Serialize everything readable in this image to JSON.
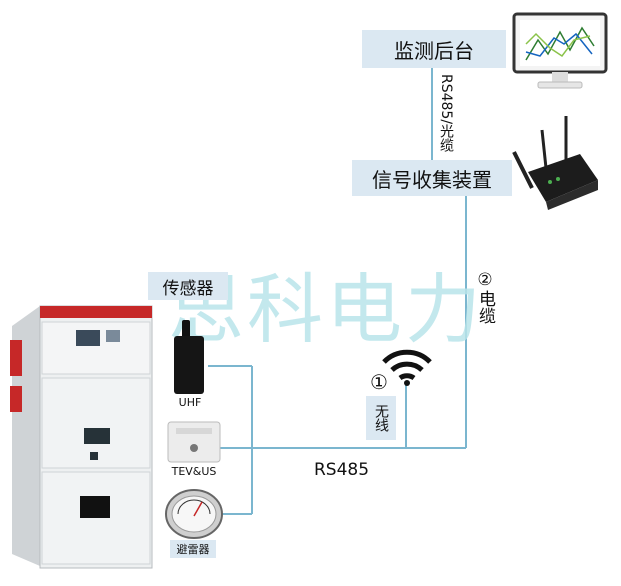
{
  "nodes": {
    "monitor_backend": "监测后台",
    "collector": "信号收集装置",
    "sensor": "传感器",
    "wireless": "无线"
  },
  "links": {
    "rs485_fiber": "RS485/光缆",
    "cable": "②电缆",
    "wireless_num": "①",
    "rs485": "RS485"
  },
  "sensors": {
    "uhf": "UHF",
    "tev": "TEV&US",
    "arrester": "避雷器"
  },
  "watermark": "思科电力",
  "colors": {
    "label_bg": "#dbe8f2",
    "line": "#7bb6cf",
    "watermark": "#b9e4ea",
    "cabinet_red": "#c62828"
  }
}
